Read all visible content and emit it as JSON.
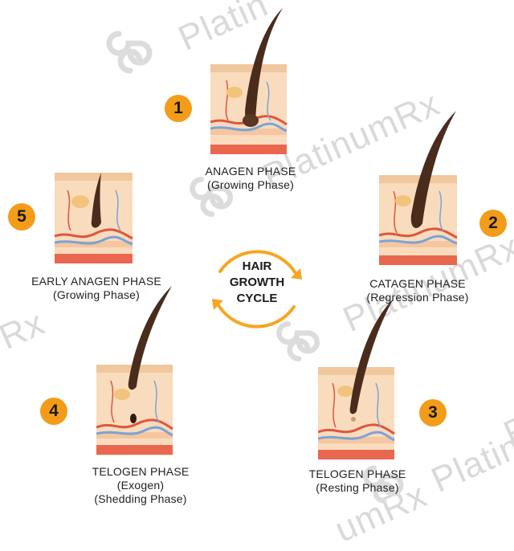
{
  "watermark": {
    "brand": "PlatinumRx",
    "fragments": [
      "Platin",
      "PlatinumRx",
      "PlatinumRx",
      "Platinum",
      "umRx",
      "Rx",
      "Rx"
    ]
  },
  "center": {
    "lines": [
      "HAIR",
      "GROWTH",
      "CYCLE"
    ],
    "arrow_color": "#f5a623"
  },
  "phases": [
    {
      "number": "1",
      "title": "ANAGEN PHASE",
      "subtitle": "(Growing Phase)"
    },
    {
      "number": "2",
      "title": "CATAGEN PHASE",
      "subtitle": "(Regression Phase)"
    },
    {
      "number": "3",
      "title": "TELOGEN PHASE",
      "subtitle": "(Resting Phase)"
    },
    {
      "number": "4",
      "title": "TELOGEN PHASE",
      "subtitle": "(Exogen)",
      "subtitle2": "(Shedding Phase)"
    },
    {
      "number": "5",
      "title": "EARLY ANAGEN PHASE",
      "subtitle": "(Growing Phase)"
    }
  ],
  "colors": {
    "badge": "#f39c1a",
    "skin": "#f7d9b8",
    "hair": "#4a2c1d",
    "vein_red": "#e0553f",
    "vein_blue": "#7aa3d8"
  }
}
